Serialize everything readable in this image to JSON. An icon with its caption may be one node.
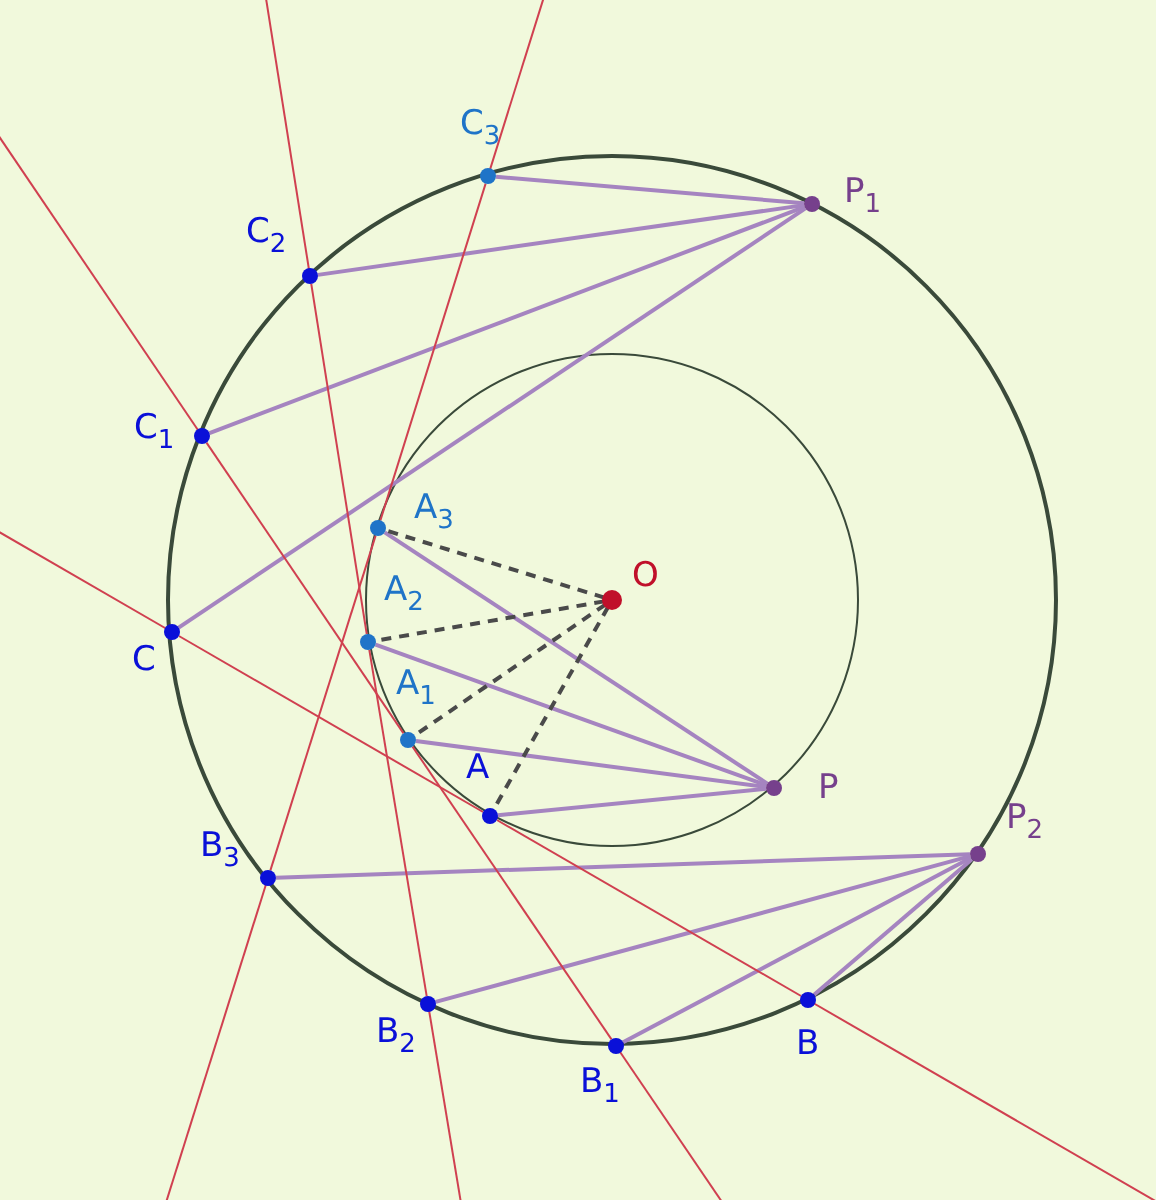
{
  "diagram": {
    "nodes": [
      {
        "text": [
          "P$_{1}$"
        ]
      },
      {
        "text": [
          "C$_{3}$"
        ]
      },
      {
        "text": [
          "C$_{2}$"
        ]
      },
      {
        "text": [
          "C$_{1}$"
        ]
      },
      {
        "text": [
          "C"
        ]
      },
      {
        "text": [
          "O"
        ]
      },
      {
        "text": [
          "A$_{3}$"
        ]
      },
      {
        "text": [
          "A$_{2}$"
        ]
      },
      {
        "text": [
          "A$_{1}$"
        ]
      },
      {
        "text": [
          "A"
        ]
      },
      {
        "text": [
          "P"
        ]
      },
      {
        "text": [
          "P$_{2}$"
        ]
      },
      {
        "text": [
          "B$_{3}$"
        ]
      },
      {
        "text": [
          "B$_{2}$"
        ]
      },
      {
        "text": [
          "B$_{1}$"
        ]
      },
      {
        "text": [
          "B"
        ]
      }
    ],
    "edges": [
      {
        "from": 0,
        "to": 1,
        "arrow": "none"
      },
      {
        "from": 0,
        "to": 2,
        "arrow": "none"
      },
      {
        "from": 0,
        "to": 3,
        "arrow": "none"
      },
      {
        "from": 0,
        "to": 4,
        "arrow": "none"
      },
      {
        "from": 10,
        "to": 6,
        "arrow": "none"
      },
      {
        "from": 10,
        "to": 7,
        "arrow": "none"
      },
      {
        "from": 10,
        "to": 8,
        "arrow": "none"
      },
      {
        "from": 10,
        "to": 9,
        "arrow": "none"
      },
      {
        "from": 11,
        "to": 12,
        "arrow": "none"
      },
      {
        "from": 11,
        "to": 13,
        "arrow": "none"
      },
      {
        "from": 11,
        "to": 14,
        "arrow": "none"
      },
      {
        "from": 11,
        "to": 15,
        "arrow": "none"
      },
      {
        "from": 5,
        "to": 6,
        "arrow": "none",
        "style": "dashed",
        "color": "#4a4a4a"
      },
      {
        "from": 5,
        "to": 7,
        "arrow": "none",
        "style": "dashed",
        "color": "#4a4a4a"
      },
      {
        "from": 5,
        "to": 8,
        "arrow": "none",
        "style": "dashed",
        "color": "#4a4a4a"
      },
      {
        "from": 5,
        "to": 9,
        "arrow": "none",
        "style": "dashed",
        "color": "#4a4a4a"
      },
      {
        "from": 4,
        "to": 9,
        "arrow": "none",
        "color": "#d04050"
      },
      {
        "from": 9,
        "to": 15,
        "arrow": "none",
        "color": "#d04050"
      },
      {
        "from": 3,
        "to": 8,
        "arrow": "none",
        "color": "#d04050"
      },
      {
        "from": 8,
        "to": 14,
        "arrow": "none",
        "color": "#d04050"
      },
      {
        "from": 2,
        "to": 7,
        "arrow": "none",
        "color": "#d04050"
      },
      {
        "from": 7,
        "to": 13,
        "arrow": "none",
        "color": "#d04050"
      },
      {
        "from": 1,
        "to": 6,
        "arrow": "none",
        "color": "#d04050"
      },
      {
        "from": 6,
        "to": 12,
        "arrow": "none",
        "color": "#d04050"
      }
    ]
  }
}
